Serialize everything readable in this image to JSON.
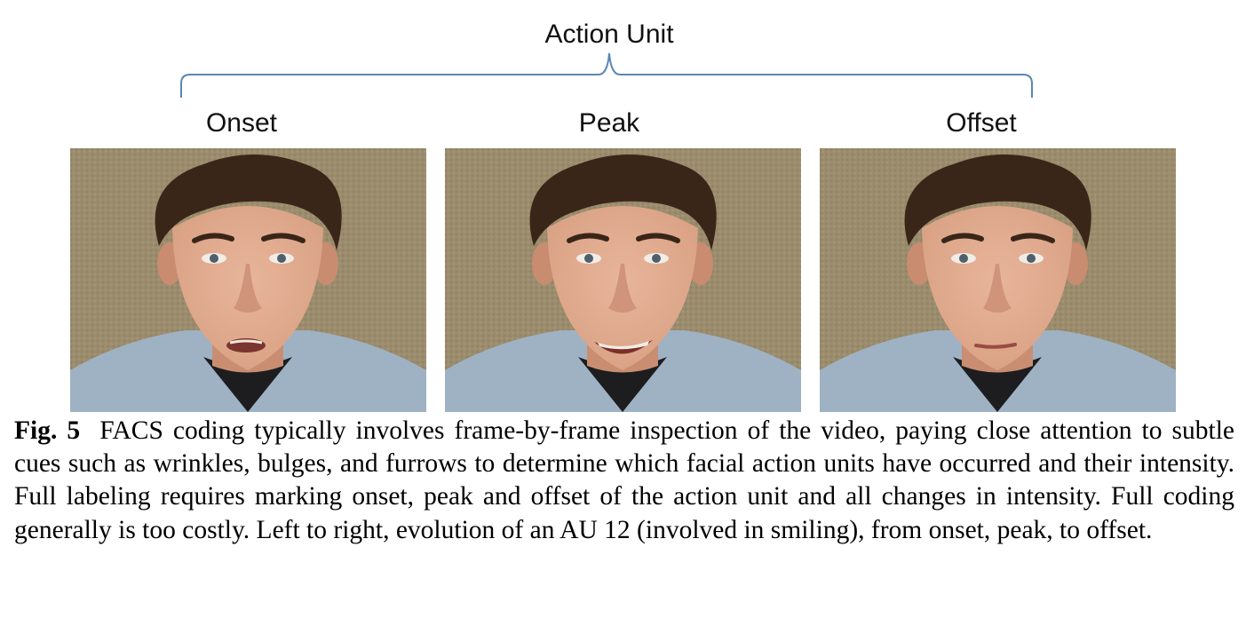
{
  "figure": {
    "group_label": "Action Unit",
    "phases": [
      {
        "label": "Onset",
        "expression": "onset"
      },
      {
        "label": "Peak",
        "expression": "peak"
      },
      {
        "label": "Offset",
        "expression": "offset"
      }
    ],
    "caption": {
      "label": "Fig. 5",
      "text": "FACS coding typically involves frame-by-frame inspection of the video, paying close at­tention to subtle cues such as wrinkles, bulges, and furrows to determine which facial action units have occurred and their intensity. Full labeling requires marking onset, peak and offset of the ac­tion unit and all changes in intensity. Full coding generally is too costly. Left to right, evolution of an AU 12 (involved in smiling), from onset, peak, to offset."
    }
  },
  "colors": {
    "brace": "#5b86b5",
    "background_wall": "#9a8c6c",
    "shirt": "#9fb2c4",
    "hair": "#3a2619",
    "skin": "#d9a184"
  }
}
